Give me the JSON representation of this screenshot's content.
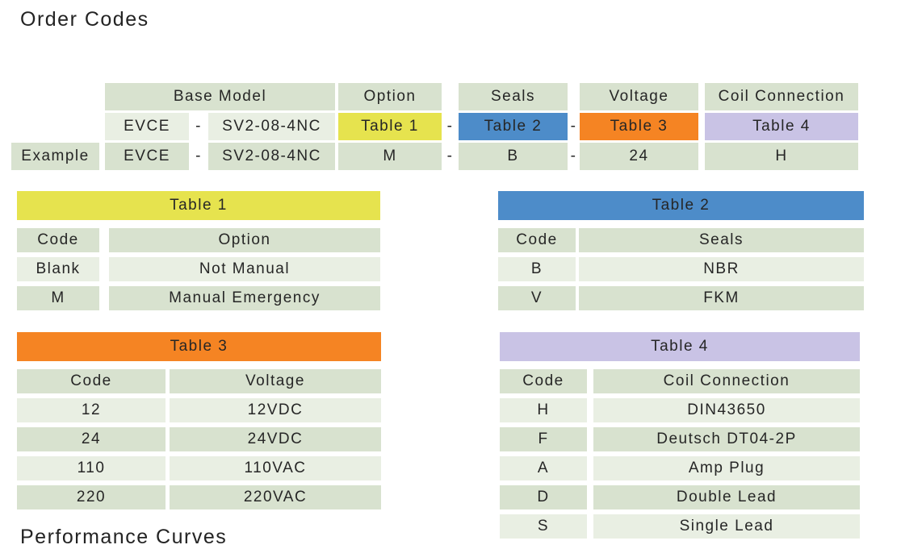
{
  "page": {
    "title": "Order Codes",
    "footer_heading": "Performance Curves"
  },
  "colors": {
    "table1_yellow": "#e6e34e",
    "table2_blue": "#4d8cc9",
    "table3_orange": "#f58423",
    "table4_lavender": "#c9c3e5",
    "row_dark_sage": "#d8e2cf",
    "row_light_sage": "#e9efe3",
    "text": "#262626"
  },
  "order_builder": {
    "separator": "-",
    "columns": {
      "base_model": "Base Model",
      "option": "Option",
      "seals": "Seals",
      "voltage": "Voltage",
      "coil_connection": "Coil Connection"
    },
    "code_row": {
      "prefix": "EVCE",
      "model": "SV2-08-4NC",
      "option_ref": "Table 1",
      "seals_ref": "Table 2",
      "voltage_ref": "Table 3",
      "coil_ref": "Table 4"
    },
    "example_row": {
      "label": "Example",
      "prefix": "EVCE",
      "model": "SV2-08-4NC",
      "option": "M",
      "seals": "B",
      "voltage": "24",
      "coil": "H"
    }
  },
  "tables": {
    "table1": {
      "title": "Table 1",
      "headers": [
        "Code",
        "Option"
      ],
      "rows": [
        [
          "Blank",
          "Not Manual"
        ],
        [
          "M",
          "Manual Emergency"
        ]
      ]
    },
    "table2": {
      "title": "Table 2",
      "headers": [
        "Code",
        "Seals"
      ],
      "rows": [
        [
          "B",
          "NBR"
        ],
        [
          "V",
          "FKM"
        ]
      ]
    },
    "table3": {
      "title": "Table 3",
      "headers": [
        "Code",
        "Voltage"
      ],
      "rows": [
        [
          "12",
          "12VDC"
        ],
        [
          "24",
          "24VDC"
        ],
        [
          "110",
          "110VAC"
        ],
        [
          "220",
          "220VAC"
        ]
      ]
    },
    "table4": {
      "title": "Table 4",
      "headers": [
        "Code",
        "Coil Connection"
      ],
      "rows": [
        [
          "H",
          "DIN43650"
        ],
        [
          "F",
          "Deutsch DT04-2P"
        ],
        [
          "A",
          "Amp Plug"
        ],
        [
          "D",
          "Double Lead"
        ],
        [
          "S",
          "Single Lead"
        ]
      ]
    }
  }
}
